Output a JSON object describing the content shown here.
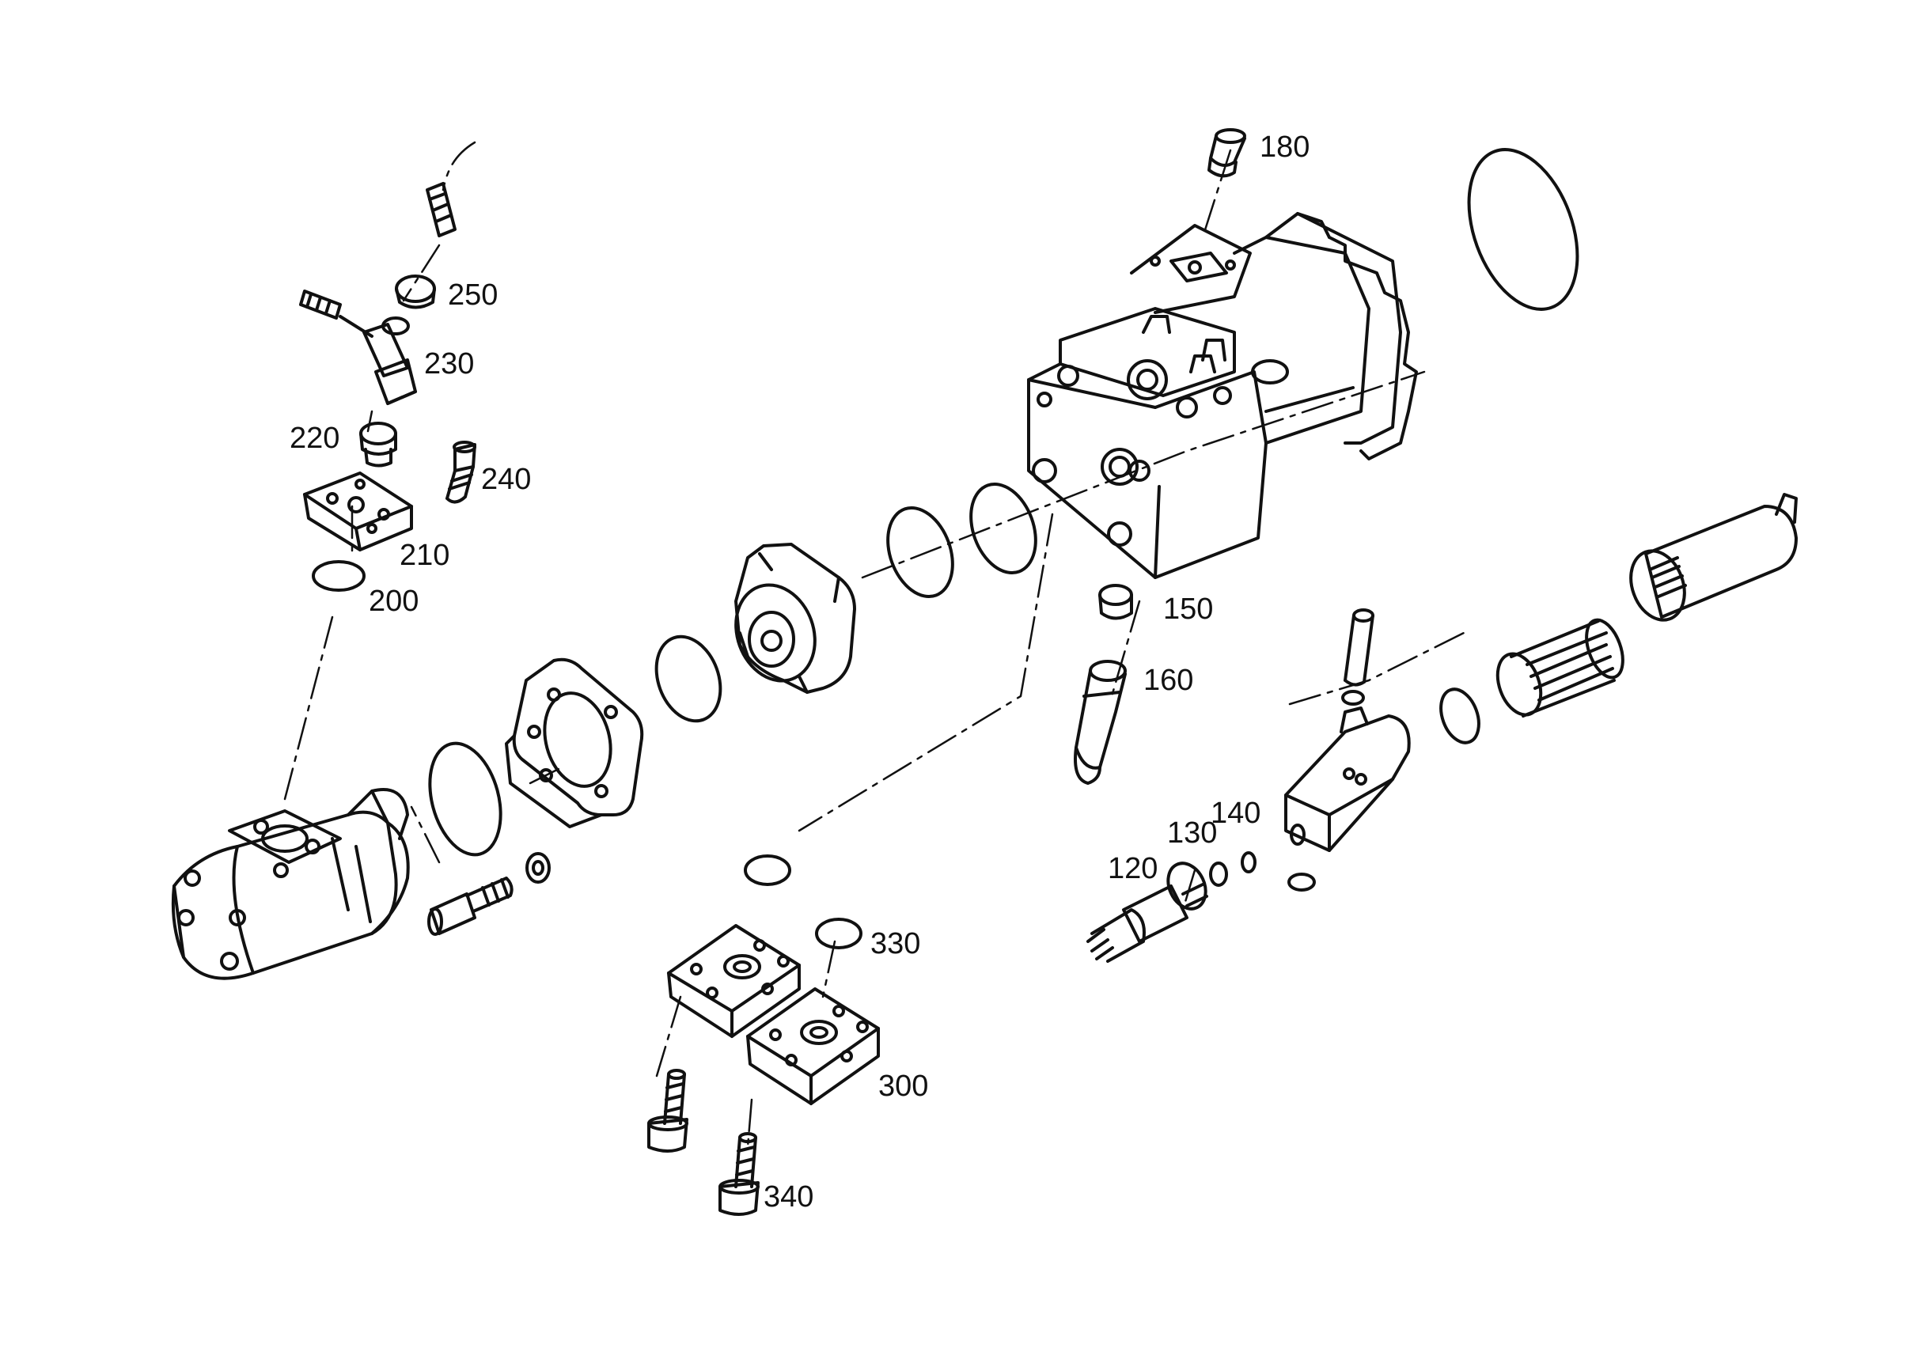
{
  "diagram": {
    "labels": {
      "p120": "120",
      "p130": "130",
      "p140": "140",
      "p150": "150",
      "p160": "160",
      "p180": "180",
      "p200": "200",
      "p210": "210",
      "p220": "220",
      "p230": "230",
      "p240": "240",
      "p250": "250",
      "p300": "300",
      "p330": "330",
      "p340": "340"
    },
    "ink_color": "#111111",
    "background_color": "#ffffff"
  }
}
